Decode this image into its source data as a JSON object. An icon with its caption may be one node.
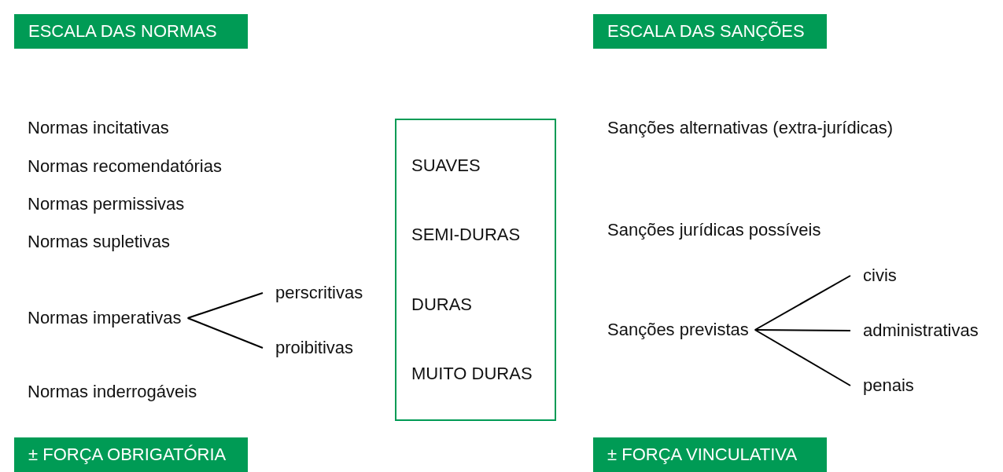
{
  "diagram": {
    "nodes": [
      {
        "text": [
          "ESCALA DAS NORMAS"
        ]
      },
      {
        "text": [
          "ESCALA DAS SANÇÕES"
        ]
      },
      {
        "text": [
          "Normas imperativas"
        ]
      },
      {
        "text": [
          "perscritivas"
        ]
      },
      {
        "text": [
          "proibitivas"
        ]
      },
      {
        "text": [
          "SUAVES",
          "SEMI-DURAS",
          "DURAS",
          "MUITO DURAS"
        ]
      },
      {
        "text": [
          "Sanções previstas"
        ]
      },
      {
        "text": [
          "civis"
        ]
      },
      {
        "text": [
          "administrativas"
        ]
      },
      {
        "text": [
          "penais"
        ]
      },
      {
        "text": [
          "± FORÇA OBRIGATÓRIA"
        ]
      },
      {
        "text": [
          "± FORÇA VINCULATIVA"
        ]
      }
    ],
    "edges": [
      {
        "from": 2,
        "to": 3,
        "arrow": "none"
      },
      {
        "from": 2,
        "to": 4,
        "arrow": "none"
      },
      {
        "from": 6,
        "to": 7,
        "arrow": "none"
      },
      {
        "from": 6,
        "to": 8,
        "arrow": "none"
      },
      {
        "from": 6,
        "to": 9,
        "arrow": "none"
      }
    ],
    "labels": [
      "Normas incitativas",
      "Normas recomendatórias",
      "Normas permissivas",
      "Normas supletivas",
      "Normas inderrogáveis",
      "Sanções alternativas (extra-jurídicas)",
      "Sanções jurídicas possíveis"
    ]
  }
}
